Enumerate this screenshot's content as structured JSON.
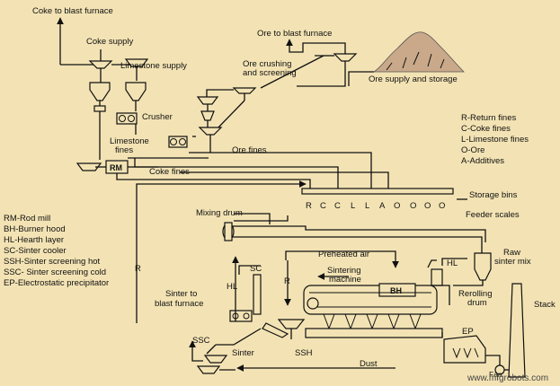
{
  "labels": {
    "coke_to_bf": "Coke to blast furnace",
    "ore_to_bf": "Ore to blast furnace",
    "coke_supply": "Coke supply",
    "limestone_supply": "Limestone supply",
    "ore_crushing_1": "Ore crushing",
    "ore_crushing_2": "and screening",
    "ore_supply": "Ore supply and storage",
    "crusher": "Crusher",
    "limestone_fines_1": "Limestone",
    "limestone_fines_2": "fines",
    "ore_fines": "Ore fines",
    "rm": "RM",
    "coke_fines": "Coke fines",
    "storage_bins": "Storage bins",
    "feeder_scales": "Feeder scales",
    "mixing_drum": "Mixing drum",
    "preheated_air": "Preheated air",
    "sintering_1": "Sintering",
    "sintering_2": "machine",
    "bh": "BH",
    "hl_right": "HL",
    "hl_left": "HL",
    "raw_mix_1": "Raw",
    "raw_mix_2": "sinter mix",
    "rerolling_1": "Rerolling",
    "rerolling_2": "drum",
    "stack": "Stack",
    "sc": "SC",
    "r_left": "R",
    "r_mid": "R",
    "sinter_bf_1": "Sinter to",
    "sinter_bf_2": "blast furnace",
    "ssc": "SSC",
    "sinter": "Sinter",
    "ssh": "SSH",
    "ep": "EP",
    "fan": "Fan",
    "dust": "Dust"
  },
  "bin_letters": [
    "R",
    "C",
    "C",
    "L",
    "L",
    "A",
    "O",
    "O",
    "O",
    "O"
  ],
  "legend_top": [
    "R-Return fines",
    "C-Coke fines",
    "L-Limestone fines",
    "O-Ore",
    "A-Additives"
  ],
  "legend_left": [
    "RM-Rod mill",
    "BH-Burner hood",
    "HL-Hearth layer",
    "SC-Sinter cooler",
    "SSH-Sinter screening hot",
    "SSC- Sinter screening cold",
    "EP-Electrostatic precipitator"
  ],
  "watermark": "www.mfgrobots.com",
  "colors": {
    "background": "#f3e3b4",
    "line": "#111111",
    "ore_pile": "#c9a98a"
  }
}
